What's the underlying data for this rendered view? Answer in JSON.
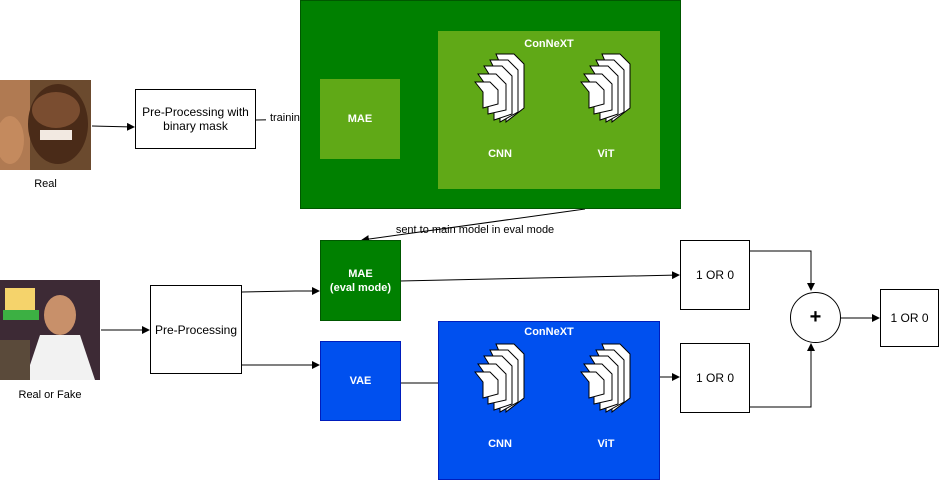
{
  "colors": {
    "dark_green": "#008000",
    "mid_green": "#60a917",
    "mae_green": "#60a917",
    "blue": "#0050ef"
  },
  "labels": {
    "real": "Real",
    "real_or_fake": "Real or Fake",
    "preprocess_mask": "Pre-Processing with binary mask",
    "preprocess": "Pre-Processing",
    "training": "training",
    "sent_to_main": "sent to main model in eval mode",
    "mae": "MAE",
    "mae_eval": "MAE\n(eval mode)",
    "vae": "VAE",
    "convnext_top": "ConNeXT",
    "convnext_bottom": "ConNeXT",
    "cnn_top": "CNN",
    "vit_top": "ViT",
    "cnn_bottom": "CNN",
    "vit_bottom": "ViT",
    "out_mae": "1 OR 0",
    "out_vit": "1 OR 0",
    "plus": "+",
    "final": "1 OR 0"
  },
  "images": {
    "real_photo": "portrait-photo",
    "input_photo": "poster-photo"
  }
}
